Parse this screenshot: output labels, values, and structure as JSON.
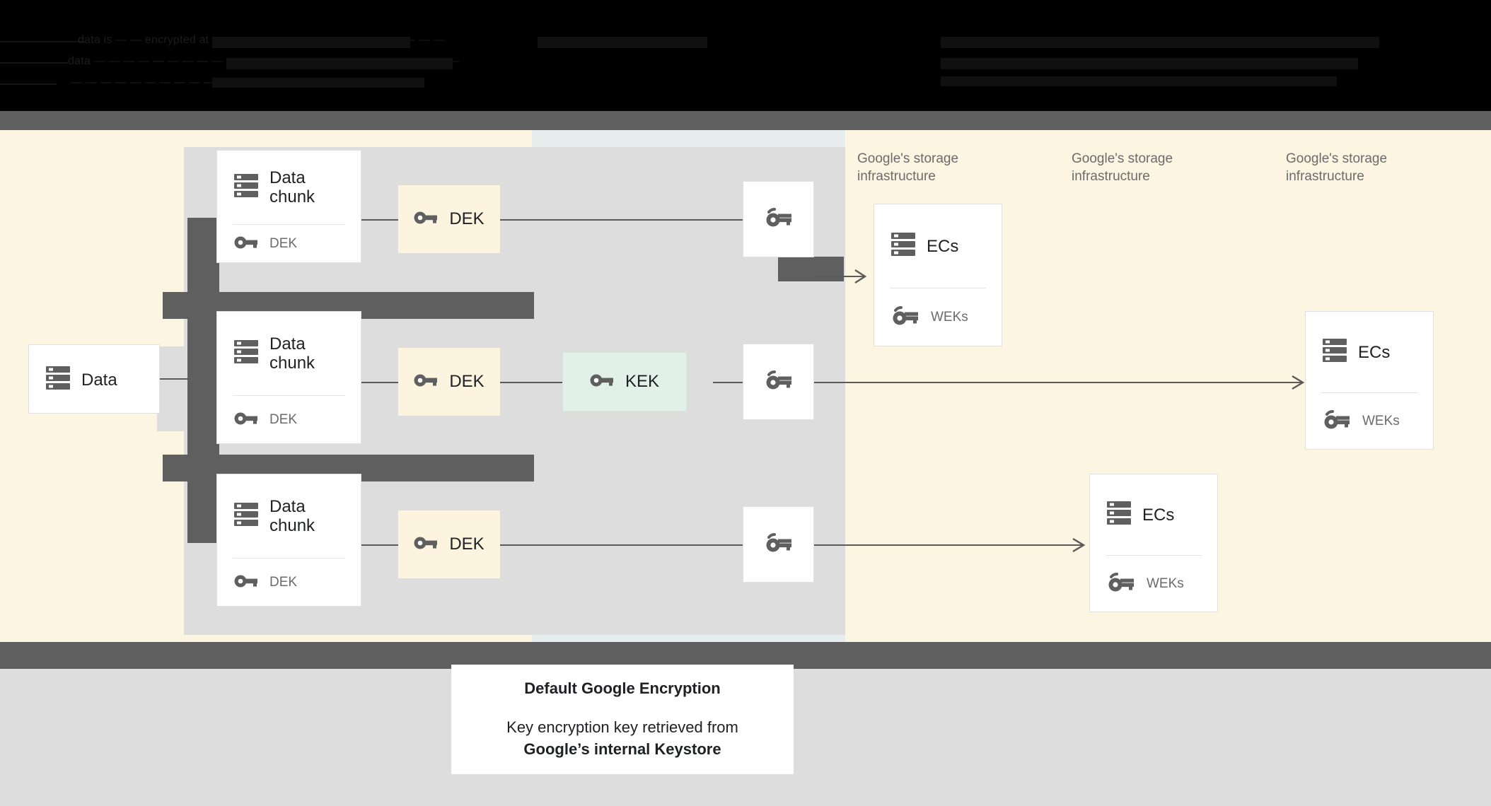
{
  "header": {
    "redacted": true,
    "note": "obscured dark-on-black text strip at top of screenshot",
    "lines": [
      "data is  — — encrypted at — — — — — — — — — — — — — — — —",
      "data —  — — — — — — — — — — — — — — — — — — — — — — — —",
      "— — —  — — — — — — — — — — — — — — — — — — — —"
    ]
  },
  "diagram": {
    "source": {
      "label": "Data",
      "icon": "server-icon"
    },
    "chunks": [
      {
        "title": "Data\nchunk",
        "icon": "server-icon",
        "key_label": "DEK",
        "key_icon": "key-icon"
      },
      {
        "title": "Data\nchunk",
        "icon": "server-icon",
        "key_label": "DEK",
        "key_icon": "key-icon"
      },
      {
        "title": "Data\nchunk",
        "icon": "server-icon",
        "key_label": "DEK",
        "key_icon": "key-icon"
      }
    ],
    "deks": [
      {
        "label": "DEK",
        "icon": "key-icon"
      },
      {
        "label": "DEK",
        "icon": "key-icon"
      },
      {
        "label": "DEK",
        "icon": "key-icon"
      }
    ],
    "kek": {
      "label": "KEK",
      "icon": "key-icon"
    },
    "weks": [
      {
        "label": "",
        "icon": "double-key-icon"
      },
      {
        "label": "",
        "icon": "double-key-icon"
      },
      {
        "label": "",
        "icon": "double-key-icon"
      }
    ],
    "storage_labels": [
      "Google's storage\ninfrastructure",
      "Google's storage\ninfrastructure",
      "Google's storage\ninfrastructure"
    ],
    "ec_cards": [
      {
        "title": "ECs",
        "icon": "server-icon",
        "key_label": "WEKs",
        "key_icon": "double-key-icon"
      },
      {
        "title": "ECs",
        "icon": "server-icon",
        "key_label": "WEKs",
        "key_icon": "double-key-icon"
      },
      {
        "title": "ECs",
        "icon": "server-icon",
        "key_label": "WEKs",
        "key_icon": "double-key-icon"
      }
    ]
  },
  "caption": {
    "title": "Default Google Encryption",
    "body_prefix": "Key encryption key retrieved from",
    "body_strong": "Google’s internal Keystore"
  },
  "colors": {
    "cream": "#fcf5e2",
    "blue_gray": "#e7ecec",
    "gray": "#dddddd",
    "dark_gray": "#5f5f5f",
    "dek_fill": "#fdf4e0",
    "kek_fill": "#e1f0e9",
    "card_white": "#ffffff",
    "icon_gray": "#5f5f5f",
    "text_dark": "#202124",
    "text_muted": "#6b6b6b",
    "connector": "#5a5a5a",
    "black": "#000000"
  }
}
